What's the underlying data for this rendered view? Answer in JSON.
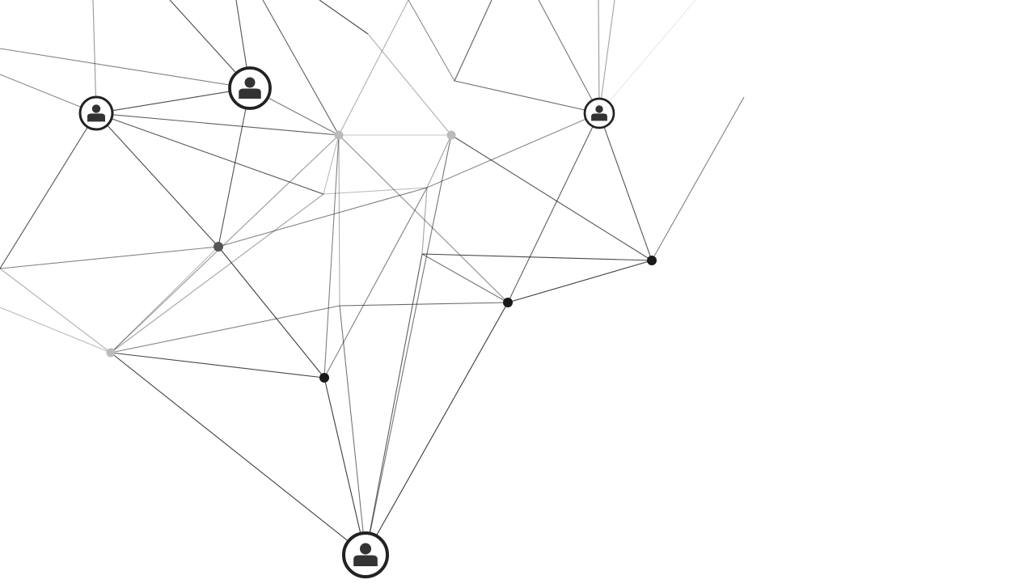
{
  "scene": {
    "description_free": true,
    "background_color": "#ffffff",
    "line_color": "#1a1a1a",
    "node_color_dark": "#1a1a1a",
    "node_color_mid": "#555555",
    "node_color_light": "#bbbbbb",
    "avatar_ring_color": "#222222",
    "avatar_ring_fill": "#ffffff",
    "avatar_figure_color": "#333333",
    "icon_names": [
      "person-icon"
    ]
  },
  "nodes": [
    {
      "id": "avatar-a",
      "kind": "avatar",
      "shade": "dark"
    },
    {
      "id": "avatar-b",
      "kind": "avatar",
      "shade": "dark"
    },
    {
      "id": "avatar-c",
      "kind": "avatar",
      "shade": "dark"
    },
    {
      "id": "avatar-d",
      "kind": "avatar",
      "shade": "dark"
    },
    {
      "id": "dot-1",
      "kind": "dot",
      "shade": "mid"
    },
    {
      "id": "dot-2",
      "kind": "dot",
      "shade": "light"
    },
    {
      "id": "dot-3",
      "kind": "dot",
      "shade": "light"
    },
    {
      "id": "dot-4",
      "kind": "dot",
      "shade": "dark"
    },
    {
      "id": "dot-5",
      "kind": "dot",
      "shade": "dark"
    },
    {
      "id": "dot-6",
      "kind": "dot",
      "shade": "dark"
    },
    {
      "id": "dot-7",
      "kind": "dot",
      "shade": "light"
    }
  ]
}
